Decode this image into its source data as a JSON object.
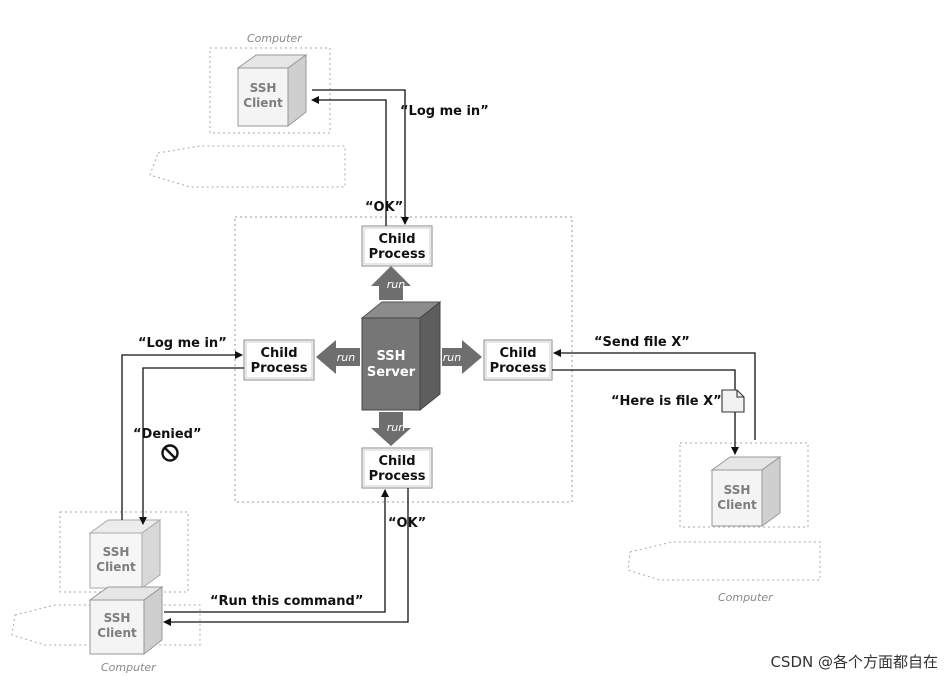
{
  "server": {
    "line1": "SSH",
    "line2": "Server"
  },
  "child_process": {
    "line1": "Child",
    "line2": "Process"
  },
  "run_label": "run",
  "client": {
    "line1": "SSH",
    "line2": "Client"
  },
  "computer_label": "Computer",
  "messages": {
    "log_me_in_top": "“Log me in”",
    "ok_top": "“OK”",
    "log_me_in_left": "“Log me in”",
    "denied": "“Denied”",
    "send_file": "“Send file X”",
    "here_is_file": "“Here is file X”",
    "ok_bottom": "“OK”",
    "run_command": "“Run this command”"
  },
  "watermark": "CSDN @各个方面都自在"
}
